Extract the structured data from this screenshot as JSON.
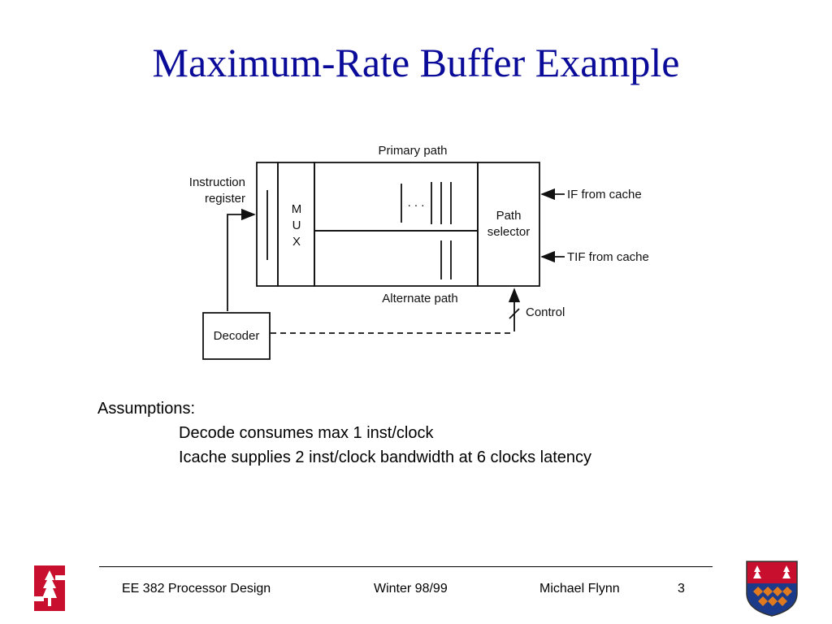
{
  "slide": {
    "title": "Maximum-Rate Buffer Example",
    "title_color": "#0b0b99"
  },
  "diagram": {
    "labels": {
      "primary_path": "Primary path",
      "alternate_path": "Alternate path",
      "instruction_register_line1": "Instruction",
      "instruction_register_line2": "register",
      "mux_letters": [
        "M",
        "U",
        "X"
      ],
      "path_selector_line1": "Path",
      "path_selector_line2": "selector",
      "if_from_cache": "IF from cache",
      "tif_from_cache": "TIF from cache",
      "control": "Control",
      "decoder": "Decoder",
      "ellipsis": ". . ."
    }
  },
  "assumptions": {
    "heading": "Assumptions:",
    "items": [
      "Decode consumes max 1 inst/clock",
      "Icache supplies 2 inst/clock bandwidth at 6 clocks latency"
    ]
  },
  "footer": {
    "course": "EE 382  Processor Design",
    "term": "Winter 98/99",
    "author": "Michael Flynn",
    "page_number": "3"
  },
  "colors": {
    "logo_red": "#c8102e",
    "shield_blue": "#1b3a8a",
    "shield_orange": "#e07a1f"
  },
  "icons": [
    "stanford-tree-logo",
    "school-shield-logo"
  ]
}
